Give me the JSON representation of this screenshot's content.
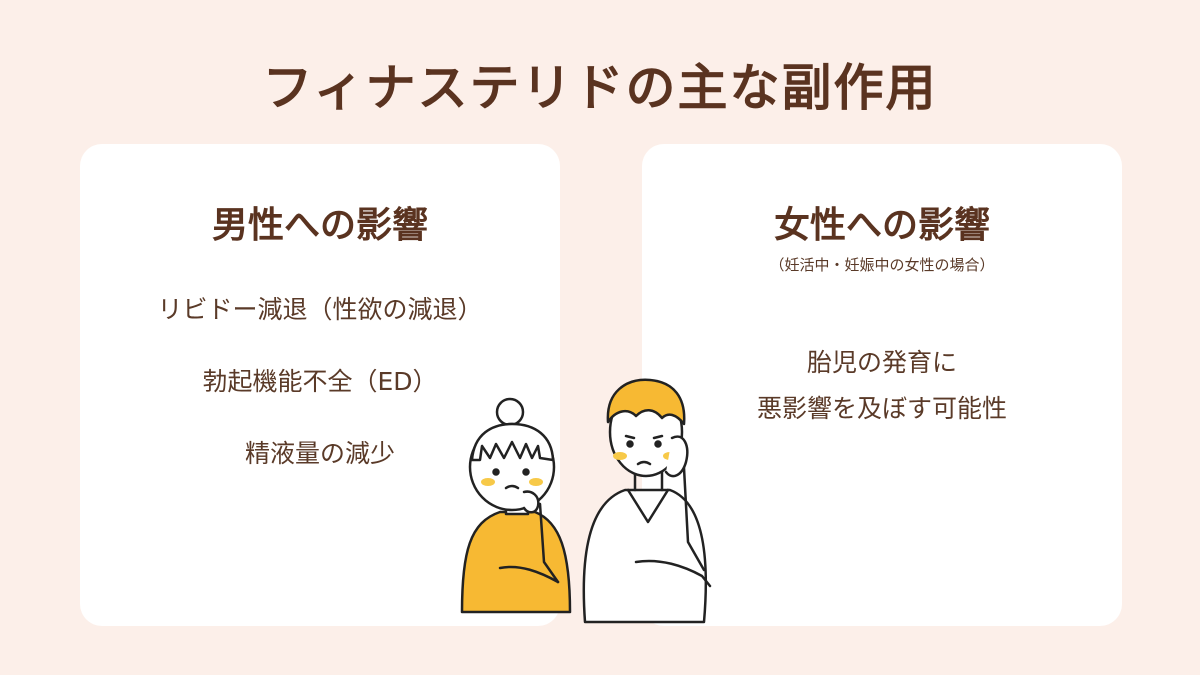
{
  "title": "フィナステリドの主な副作用",
  "male": {
    "heading": "男性への影響",
    "effects": [
      "リビドー減退（性欲の減退）",
      "勃起機能不全（ED）",
      "精液量の減少"
    ]
  },
  "female": {
    "heading": "女性への影響",
    "subheading": "（妊活中・妊娠中の女性の場合）",
    "effects": [
      "胎児の発育に",
      "悪影響を及ぼす可能性"
    ]
  },
  "colors": {
    "background": "#fcefe9",
    "card": "#ffffff",
    "text": "#5a3320",
    "accent_yellow": "#f7b933"
  },
  "icons": [
    "woman-thinking-illustration",
    "man-thinking-illustration"
  ]
}
